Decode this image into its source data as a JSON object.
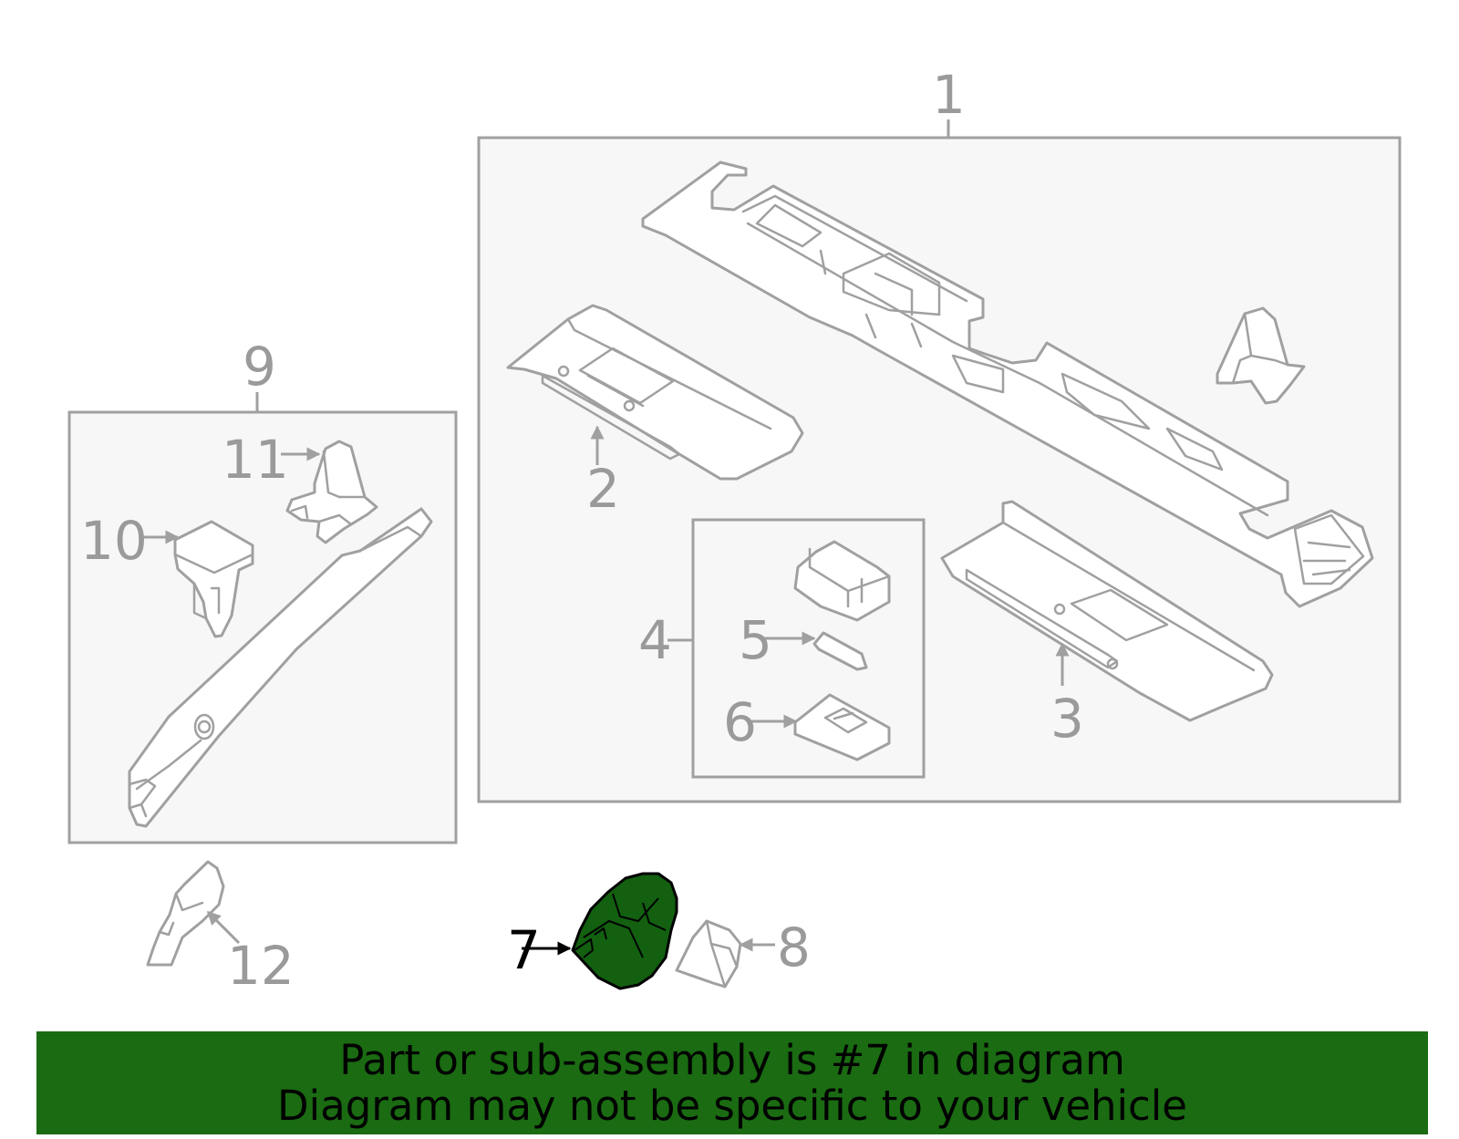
{
  "colors": {
    "highlight": "#126010",
    "banner": "#1a6b12",
    "line": "#a0a0a0",
    "label": "#9a9a9a"
  },
  "callouts": {
    "c1": "1",
    "c2": "2",
    "c3": "3",
    "c4": "4",
    "c5": "5",
    "c6": "6",
    "c7": "7",
    "c8": "8",
    "c9": "9",
    "c10": "10",
    "c11": "11",
    "c12": "12"
  },
  "highlighted_part": "7",
  "banner": {
    "line1": "Part or sub-assembly is #7 in diagram",
    "line2": "Diagram may not be specific to your vehicle"
  }
}
